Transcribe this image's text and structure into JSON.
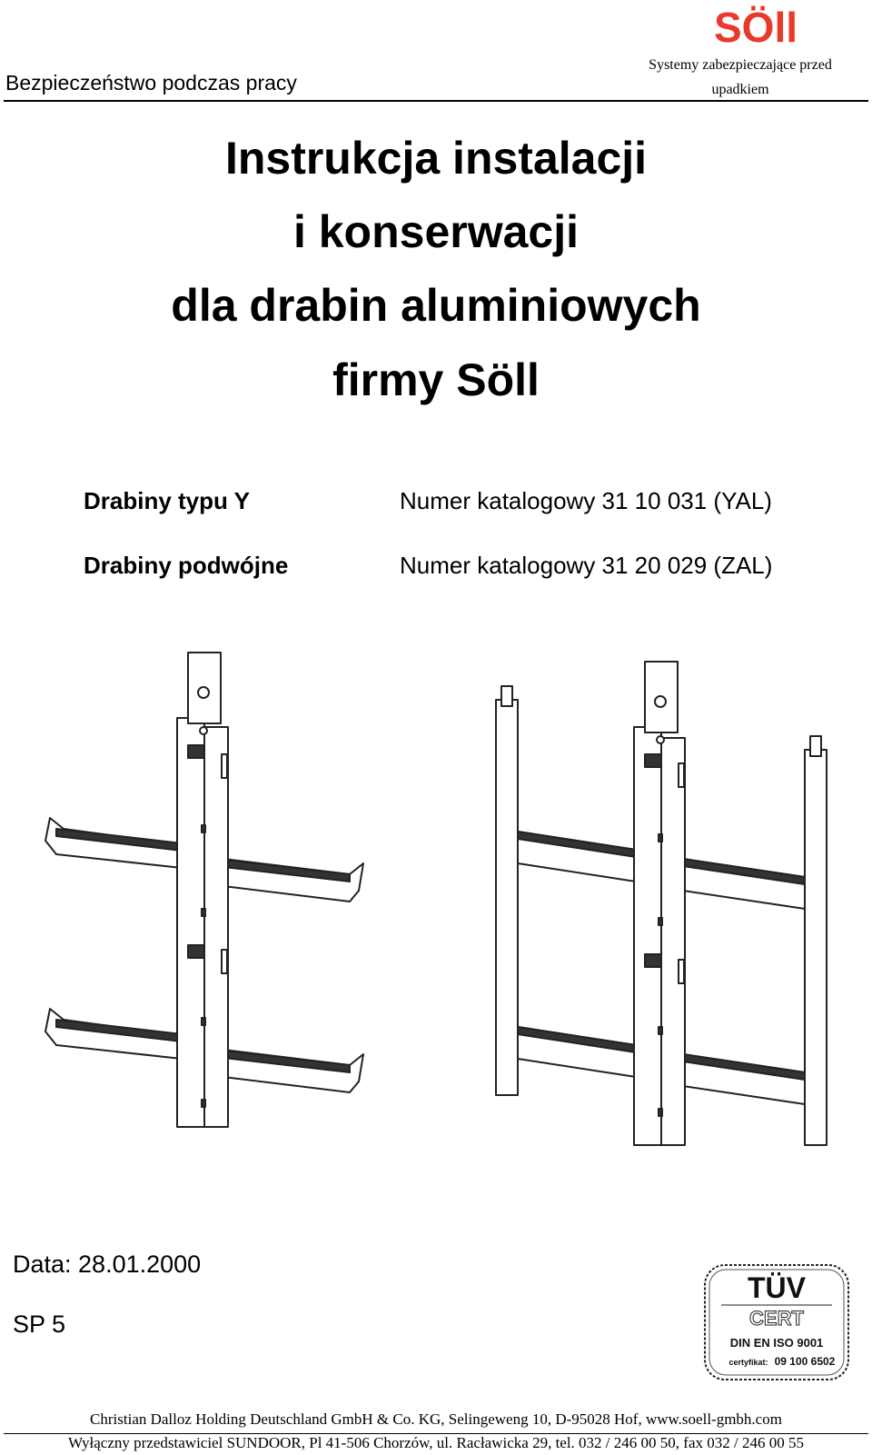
{
  "header": {
    "category": "Bezpieczeństwo podczas pracy",
    "tagline_line1": "Systemy zabezpieczające przed",
    "tagline_line2": "upadkiem",
    "logo_text": "SÖll",
    "logo_color": "#e8392a"
  },
  "title": {
    "line1": "Instrukcja instalacji",
    "line2": "i konserwacji",
    "line3": "dla drabin aluminiowych",
    "line4": "firmy Söll"
  },
  "products": [
    {
      "label": "Drabiny typu Y",
      "catalog": "Numer katalogowy 31 10 031  (YAL)"
    },
    {
      "label": "Drabiny podwójne",
      "catalog": "Numer katalogowy 31 20 029 (ZAL)"
    }
  ],
  "meta": {
    "date": "Data: 28.01.2000",
    "code": "SP 5"
  },
  "certificate": {
    "mark": "TÜV",
    "cert_word": "CERT",
    "standard": "DIN EN ISO 9001",
    "cert_label": "certyfikat:",
    "cert_number": "09 100 6502"
  },
  "footer": {
    "line1": "Christian Dalloz Holding Deutschland GmbH & Co. KG, Selingeweng 10, D-95028 Hof,  www.soell-gmbh.com",
    "line2": "Wyłączny przedstawiciel SUNDOOR, Pl 41-506 Chorzów,  ul. Racławicka 29, tel. 032 / 246 00 50, fax 032 / 246 00 55"
  }
}
